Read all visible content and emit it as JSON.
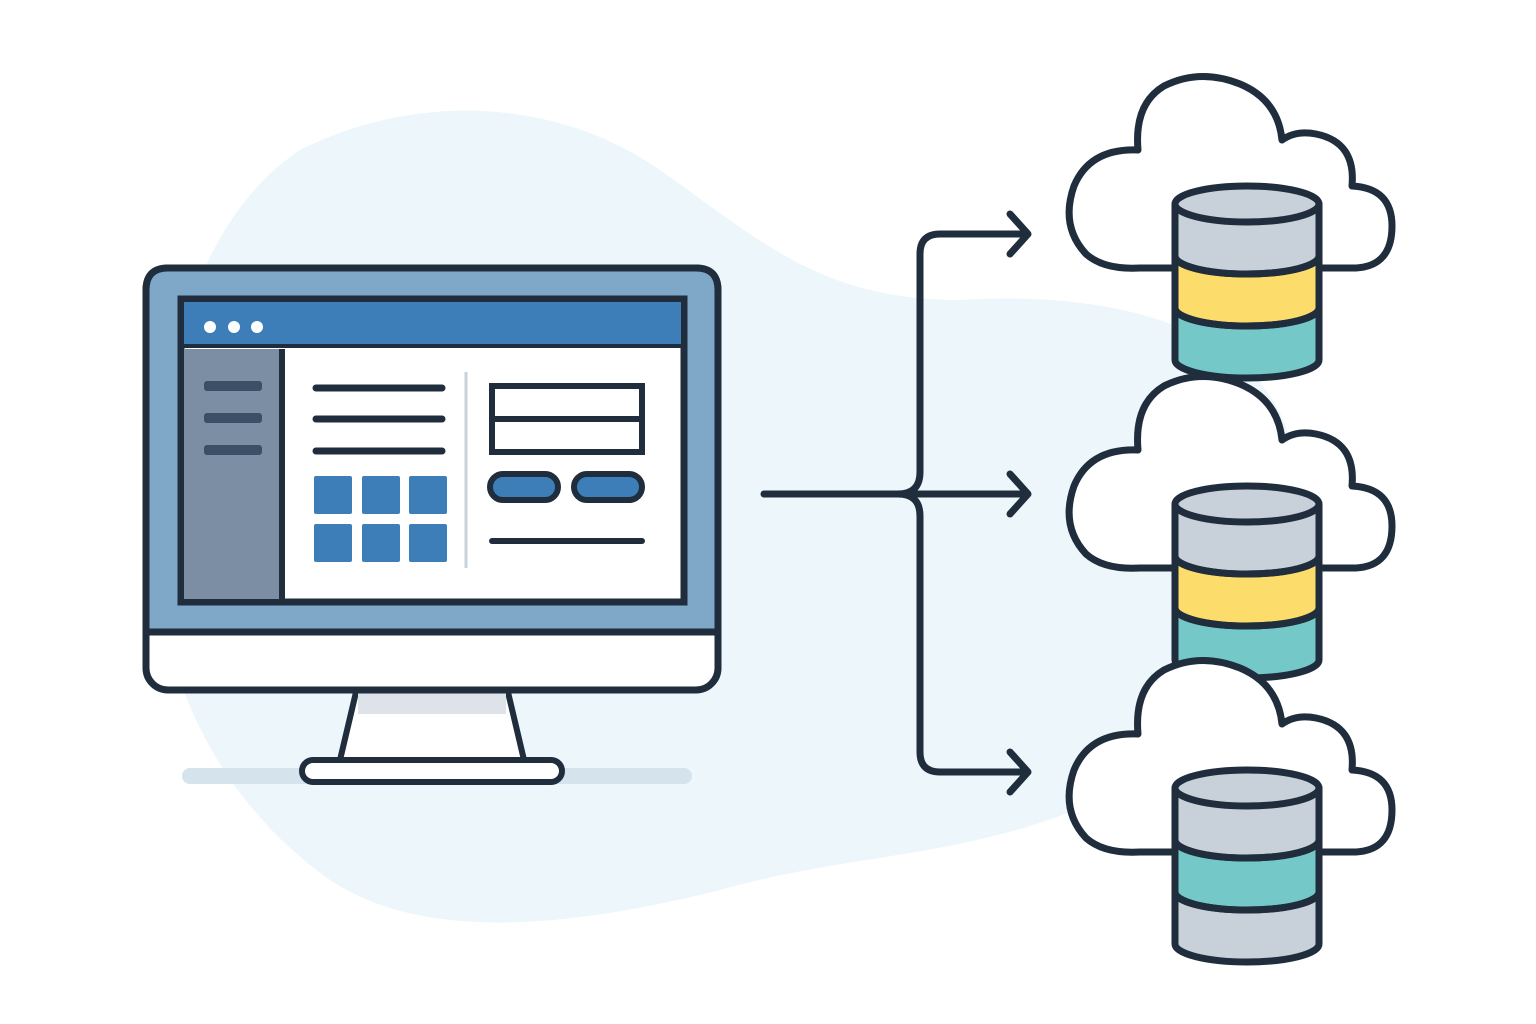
{
  "colors": {
    "stroke": "#1f2d3d",
    "background_blob": "#edf6fa",
    "monitor_bezel": "#7fa7c8",
    "monitor_chin": "#ffffff",
    "titlebar": "#3d7eb9",
    "titlebar_dots": "#ffffff",
    "sidebar": "#7b8ea3",
    "sidebar_lines": "#3b4f66",
    "content_bg": "#ffffff",
    "accent_blue": "#3d7eb9",
    "stand": "#ffffff",
    "stand_shadow": "#dde3e8",
    "floor_shadow": "#d4e3ec",
    "cloud_fill": "#ffffff",
    "db_gray": "#c8d1d9",
    "db_yellow": "#fcdc6a",
    "db_teal": "#74c8c8"
  },
  "diagram": {
    "source": {
      "name": "desktop-application",
      "icon": "monitor-icon"
    },
    "connector": "branching-arrow",
    "targets": [
      {
        "name": "cloud-database-1",
        "icon": "cloud-database-icon",
        "layers": [
          "gray",
          "yellow",
          "teal"
        ]
      },
      {
        "name": "cloud-database-2",
        "icon": "cloud-database-icon",
        "layers": [
          "gray",
          "yellow",
          "teal"
        ]
      },
      {
        "name": "cloud-database-3",
        "icon": "cloud-database-icon",
        "layers": [
          "gray",
          "teal",
          "gray"
        ]
      }
    ]
  }
}
